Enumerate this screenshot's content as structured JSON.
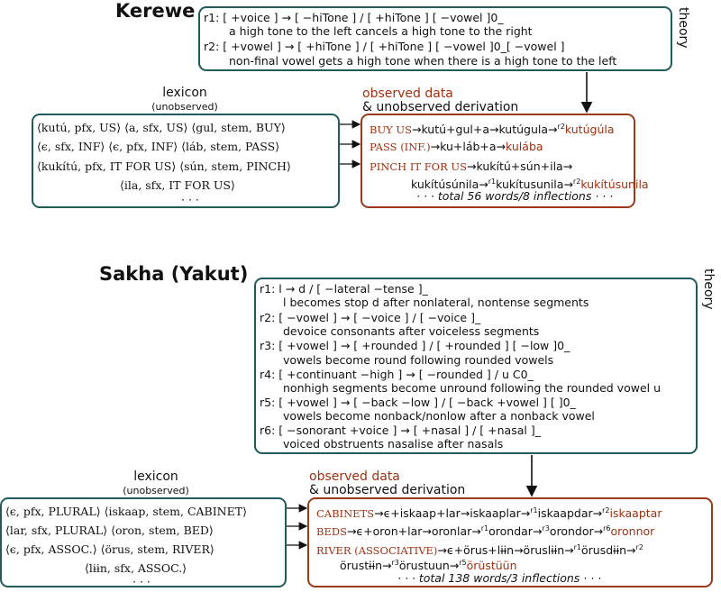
{
  "kerewe": {
    "title": "Kerewe",
    "theory_label": "theory",
    "rules": [
      "r1:  [ +voice ] → [ −hiTone ] / [ +hiTone ] [ −vowel ]0_",
      "a high tone to the left cancels a high tone to the right",
      "r2:  [ +vowel ] → [ +hiTone ] / [ +hiTone ] [ −vowel ]0_[ −vowel ]",
      "non-final vowel gets a high tone when there is a high tone to the left"
    ],
    "lexicon_title": "lexicon",
    "lexicon_sub": "(unobserved)",
    "lexicon": [
      "⟨kutú, pfx, US⟩   ⟨a, sfx, US⟩        ⟨gul, stem, BUY⟩",
      "⟨ϵ, sfx, INF⟩   ⟨ϵ, pfx, INF⟩        ⟨láb, stem, PASS⟩",
      "⟨kukítú, pfx, IT FOR US⟩        ⟨sún, stem, PINCH⟩",
      "⟨ila, sfx, IT FOR US⟩",
      "· · ·"
    ],
    "obs_title1": "observed data",
    "obs_title2": "& unobserved derivation",
    "derivations": [
      {
        "gloss": "BUY US",
        "chain": "→kutú+gul+a→kutúgula",
        "rule": "r2",
        "result": "kutúgúla"
      },
      {
        "gloss": "PASS (INF.)",
        "chain": "→ku+láb+a→",
        "rule": "",
        "result": "kulába"
      },
      {
        "gloss": "PINCH IT FOR US",
        "chain": "→kukítú+sún+ila→",
        "rule": "",
        "result": ""
      }
    ],
    "deriv_cont": {
      "pre": "kukítúsúnila",
      "r1": "r1",
      "mid": "kukítusunila",
      "r2": "r2",
      "result": "kukítúsunila"
    },
    "total": "· · · total 56 words/8 inflections · · ·"
  },
  "sakha": {
    "title": "Sakha (Yakut)",
    "theory_label": "theory",
    "rules": [
      "r1:  l → d / [ −lateral −tense ]_",
      "l becomes stop d after nonlateral, nontense segments",
      "r2:  [ −vowel ] → [ −voice ] / [ −voice ]_",
      "devoice consonants after voiceless segments",
      "r3:  [ +vowel ] → [ +rounded ] / [ +rounded ] [ −low ]0_",
      "vowels become round following rounded vowels",
      "r4:  [ +continuant −high ] → [ −rounded ] / u C0_",
      "nonhigh segments become unround following the rounded vowel u",
      "r5:  [ +vowel ] → [ −back −low ] / [ −back +vowel ] [ ]0_",
      "vowels become nonback/nonlow after a nonback vowel",
      "r6:  [ −sonorant +voice ] → [ +nasal ] / [ +nasal ]_",
      "voiced obstruents nasalise after nasals"
    ],
    "lexicon_title": "lexicon",
    "lexicon_sub": "(unobserved)",
    "lexicon": [
      "⟨ϵ, pfx, PLURAL⟩   ⟨iskaap, stem, CABINET⟩",
      "⟨lar, sfx, PLURAL⟩        ⟨oron, stem, BED⟩",
      "⟨ϵ, pfx, ASSOC.⟩        ⟨örus, stem, RIVER⟩",
      "⟨lɨɨn, sfx, ASSOC.⟩",
      "· · ·"
    ],
    "obs_title1": "observed data",
    "obs_title2": "& unobserved derivation",
    "derivations": [
      {
        "gloss": "CABINETS",
        "chain": "→ϵ+iskaap+lar→iskaaplar",
        "r_a": "r1",
        "mid": "iskaapdar",
        "r_b": "r2",
        "result": "iskaaptar"
      },
      {
        "gloss": "BEDS",
        "chain": "→ϵ+oron+lar→oronlar",
        "r_a": "r1",
        "mid": "orondar",
        "r_b": "r3",
        "mid2": "orondor",
        "r_c": "r6",
        "result": "oronnor"
      },
      {
        "gloss": "RIVER (ASSOCIATIVE)",
        "chain": "→ϵ+örus+lɨɨn→öruslɨɨn",
        "r_a": "r1",
        "mid": "örusdɨɨn",
        "r_b": "r2"
      }
    ],
    "deriv_cont": {
      "pre": "örustɨɨn",
      "r3": "r3",
      "mid": "örustuun",
      "r5": "r5",
      "result": "örüstüün"
    },
    "total": "· · · total 138 words/3 inflections · · ·"
  }
}
